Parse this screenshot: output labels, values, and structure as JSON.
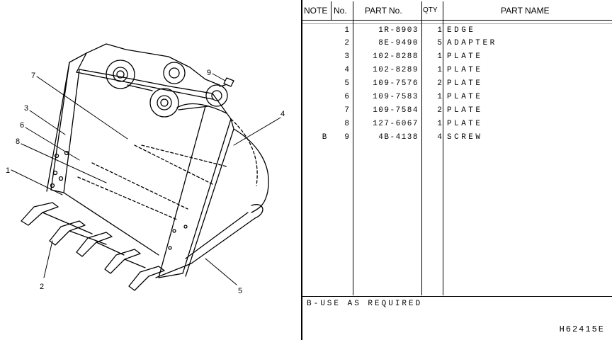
{
  "table": {
    "headers": {
      "note": "NOTE",
      "no": "No.",
      "part_no": "PART No.",
      "qty": "QTY",
      "part_name": "PART NAME"
    },
    "rows": [
      {
        "note": "",
        "no": "1",
        "part_no": "1R-8903",
        "qty": "1",
        "name": "EDGE"
      },
      {
        "note": "",
        "no": "2",
        "part_no": "8E-9490",
        "qty": "5",
        "name": "ADAPTER"
      },
      {
        "note": "",
        "no": "3",
        "part_no": "102-8288",
        "qty": "1",
        "name": "PLATE"
      },
      {
        "note": "",
        "no": "4",
        "part_no": "102-8289",
        "qty": "1",
        "name": "PLATE"
      },
      {
        "note": "",
        "no": "5",
        "part_no": "109-7576",
        "qty": "2",
        "name": "PLATE"
      },
      {
        "note": "",
        "no": "6",
        "part_no": "109-7583",
        "qty": "1",
        "name": "PLATE"
      },
      {
        "note": "",
        "no": "7",
        "part_no": "109-7584",
        "qty": "2",
        "name": "PLATE"
      },
      {
        "note": "",
        "no": "8",
        "part_no": "127-6067",
        "qty": "1",
        "name": "PLATE"
      },
      {
        "note": "B",
        "no": "9",
        "part_no": "4B-4138",
        "qty": "4",
        "name": "SCREW"
      }
    ]
  },
  "footer_note": "B-USE AS REQUIRED",
  "drawing_code": "H62415E",
  "diagram": {
    "callouts": [
      "1",
      "2",
      "3",
      "4",
      "5",
      "6",
      "7",
      "8",
      "9"
    ]
  }
}
